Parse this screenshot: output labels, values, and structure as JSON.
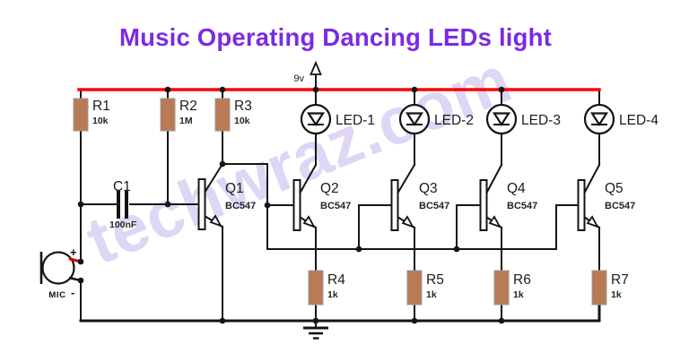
{
  "title": "Music Operating Dancing LEDs light",
  "watermark": "techwraz.com",
  "power": {
    "label": "9v"
  },
  "resistors": [
    {
      "name": "R1",
      "value": "10k"
    },
    {
      "name": "R2",
      "value": "1M"
    },
    {
      "name": "R3",
      "value": "10k"
    },
    {
      "name": "R4",
      "value": "1k"
    },
    {
      "name": "R5",
      "value": "1k"
    },
    {
      "name": "R6",
      "value": "1k"
    },
    {
      "name": "R7",
      "value": "1k"
    }
  ],
  "transistors": [
    {
      "name": "Q1",
      "part": "BC547"
    },
    {
      "name": "Q2",
      "part": "BC547"
    },
    {
      "name": "Q3",
      "part": "BC547"
    },
    {
      "name": "Q4",
      "part": "BC547"
    },
    {
      "name": "Q5",
      "part": "BC547"
    }
  ],
  "leds": [
    {
      "name": "LED-1"
    },
    {
      "name": "LED-2"
    },
    {
      "name": "LED-3"
    },
    {
      "name": "LED-4"
    }
  ],
  "capacitor": {
    "name": "C1",
    "value": "100nF"
  },
  "mic": {
    "label": "MIC",
    "plus": "+",
    "minus": "-"
  },
  "colors": {
    "rail": "#ff0000",
    "resistor_body": "#b97a56",
    "title": "#7b2be2",
    "watermark": "#d7cdf2"
  }
}
